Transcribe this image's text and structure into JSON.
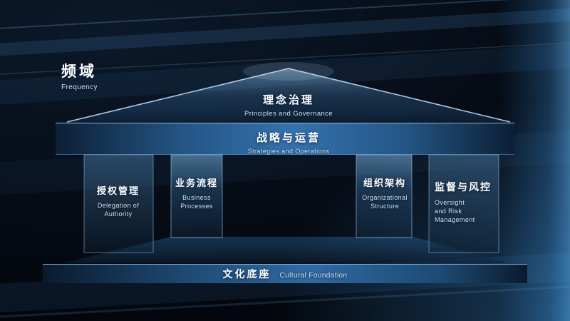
{
  "colors": {
    "background": "#04070d",
    "accent_blue": "#3572ad",
    "edge_highlight": "#9ecdf2"
  },
  "header": {
    "title_cn": "频域",
    "title_en": "Frequency"
  },
  "roof": {
    "cn": "理念治理",
    "en": "Principles and Governance"
  },
  "entablature": {
    "cn": "战略与运营",
    "en": "Strategies and Operations"
  },
  "pillars": [
    {
      "cn": "授权管理",
      "en": "Delegation of\nAuthority"
    },
    {
      "cn": "业务流程",
      "en": "Business\nProcesses"
    },
    {
      "cn": "组织架构",
      "en": "Organizational\nStructure"
    },
    {
      "cn": "监督与风控",
      "en": "Oversight\nand Risk\nManagement"
    }
  ],
  "foundation": {
    "cn": "文化底座",
    "en": "Cultural Foundation"
  }
}
